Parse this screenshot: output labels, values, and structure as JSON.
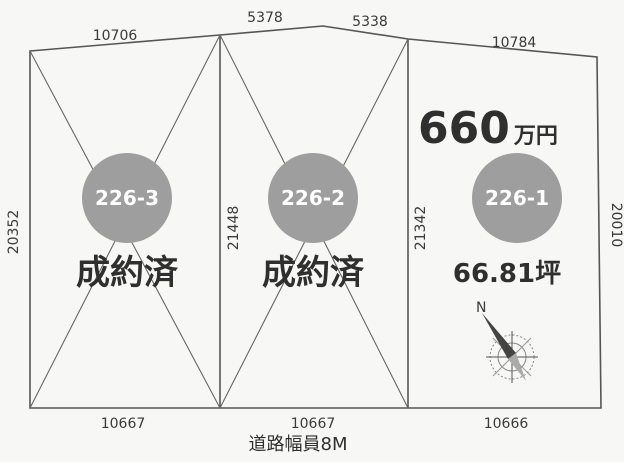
{
  "dimensions": {
    "top_left": "10706",
    "top_mid_a": "5378",
    "top_mid_b": "5338",
    "top_right": "10784",
    "bottom_left": "10667",
    "bottom_mid": "10667",
    "bottom_right": "10666",
    "left_side": "20352",
    "divider_1": "21448",
    "divider_2": "21342",
    "right_side": "20010"
  },
  "lots": [
    {
      "id": "226-3",
      "status": "成約済"
    },
    {
      "id": "226-2",
      "status": "成約済"
    },
    {
      "id": "226-1",
      "price_value": "660",
      "price_unit": "万円",
      "area": "66.81坪"
    }
  ],
  "road": "道路幅員8M",
  "compass": {
    "north_label": "N"
  },
  "colors": {
    "circle": "#9e9e9e",
    "line": "#555555",
    "text": "#2f2f2f"
  }
}
